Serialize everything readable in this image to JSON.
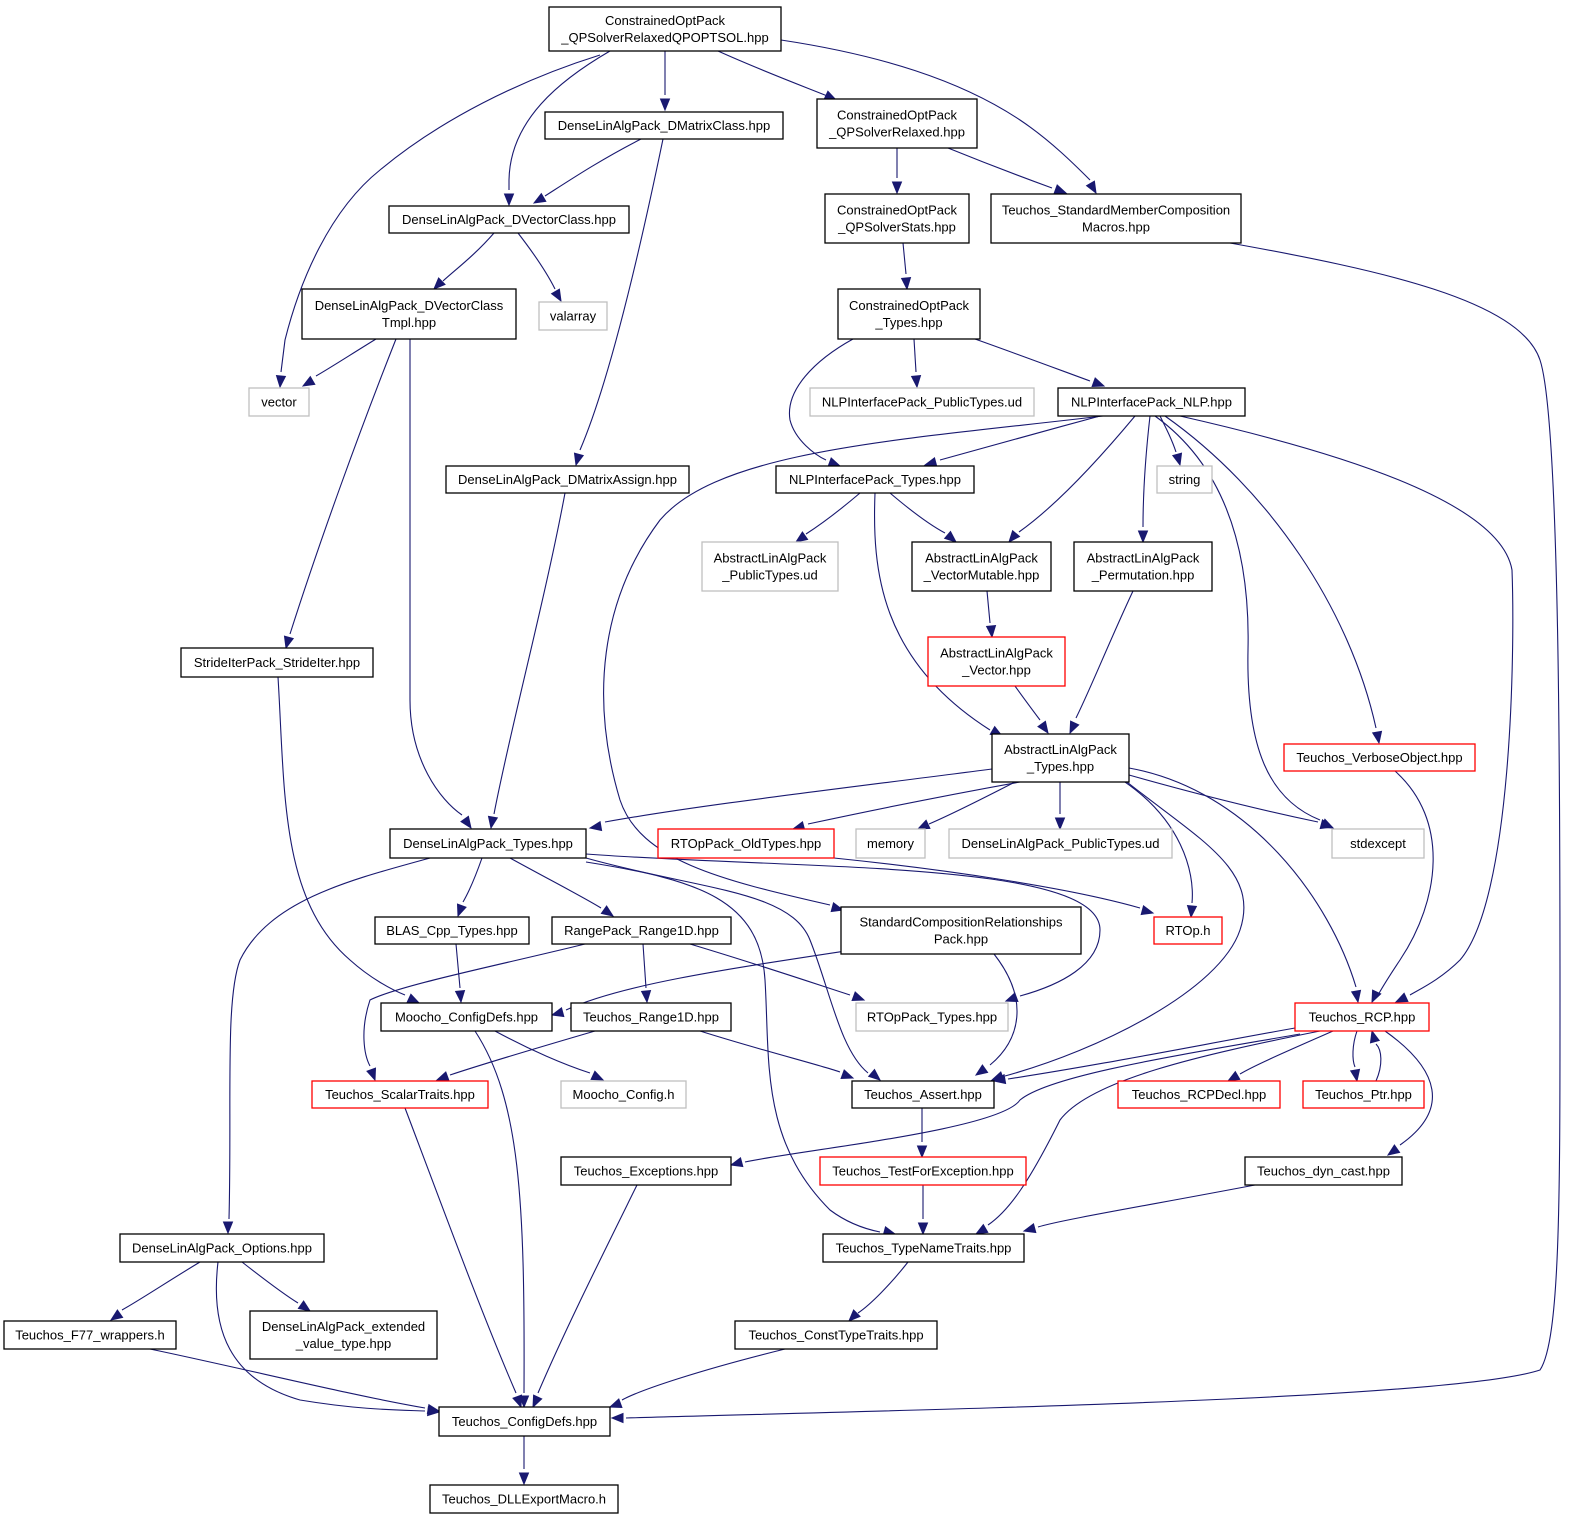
{
  "colors": {
    "edge": "#191970",
    "root_fill": "#bfbfbf",
    "normal_border": "#000000",
    "truncated_border": "#ff0000",
    "external_border": "#bfbfbf",
    "background": "#ffffff"
  },
  "nodes": [
    {
      "id": "n0",
      "lines": [
        "ConstrainedOptPack",
        "_QPSolverRelaxedQPOPTSOL.hpp"
      ],
      "kind": "root"
    },
    {
      "id": "n1",
      "lines": [
        "DenseLinAlgPack_DMatrixClass.hpp"
      ],
      "kind": "normal"
    },
    {
      "id": "n2",
      "lines": [
        "ConstrainedOptPack",
        "_QPSolverRelaxed.hpp"
      ],
      "kind": "normal"
    },
    {
      "id": "n3",
      "lines": [
        "DenseLinAlgPack_DVectorClass.hpp"
      ],
      "kind": "normal"
    },
    {
      "id": "n4",
      "lines": [
        "ConstrainedOptPack",
        "_QPSolverStats.hpp"
      ],
      "kind": "normal"
    },
    {
      "id": "n5",
      "lines": [
        "Teuchos_StandardMemberComposition",
        "Macros.hpp"
      ],
      "kind": "normal"
    },
    {
      "id": "n6",
      "lines": [
        "DenseLinAlgPack_DVectorClass",
        "Tmpl.hpp"
      ],
      "kind": "normal"
    },
    {
      "id": "n7",
      "lines": [
        "valarray"
      ],
      "kind": "external"
    },
    {
      "id": "n8",
      "lines": [
        "ConstrainedOptPack",
        "_Types.hpp"
      ],
      "kind": "normal"
    },
    {
      "id": "n9",
      "lines": [
        "vector"
      ],
      "kind": "external"
    },
    {
      "id": "n10",
      "lines": [
        "NLPInterfacePack_PublicTypes.ud"
      ],
      "kind": "external"
    },
    {
      "id": "n11",
      "lines": [
        "NLPInterfacePack_NLP.hpp"
      ],
      "kind": "normal"
    },
    {
      "id": "n12",
      "lines": [
        "DenseLinAlgPack_DMatrixAssign.hpp"
      ],
      "kind": "normal"
    },
    {
      "id": "n13",
      "lines": [
        "NLPInterfacePack_Types.hpp"
      ],
      "kind": "normal"
    },
    {
      "id": "n14",
      "lines": [
        "string"
      ],
      "kind": "external"
    },
    {
      "id": "n15",
      "lines": [
        "AbstractLinAlgPack",
        "_PublicTypes.ud"
      ],
      "kind": "external"
    },
    {
      "id": "n16",
      "lines": [
        "AbstractLinAlgPack",
        "_VectorMutable.hpp"
      ],
      "kind": "normal"
    },
    {
      "id": "n17",
      "lines": [
        "AbstractLinAlgPack",
        "_Permutation.hpp"
      ],
      "kind": "normal"
    },
    {
      "id": "n18",
      "lines": [
        "StrideIterPack_StrideIter.hpp"
      ],
      "kind": "normal"
    },
    {
      "id": "n19",
      "lines": [
        "AbstractLinAlgPack",
        "_Vector.hpp"
      ],
      "kind": "truncated"
    },
    {
      "id": "n20",
      "lines": [
        "AbstractLinAlgPack",
        "_Types.hpp"
      ],
      "kind": "normal"
    },
    {
      "id": "n21",
      "lines": [
        "Teuchos_VerboseObject.hpp"
      ],
      "kind": "truncated"
    },
    {
      "id": "n22",
      "lines": [
        "DenseLinAlgPack_Types.hpp"
      ],
      "kind": "normal"
    },
    {
      "id": "n23",
      "lines": [
        "RTOpPack_OldTypes.hpp"
      ],
      "kind": "truncated"
    },
    {
      "id": "n24",
      "lines": [
        "memory"
      ],
      "kind": "external"
    },
    {
      "id": "n25",
      "lines": [
        "DenseLinAlgPack_PublicTypes.ud"
      ],
      "kind": "external"
    },
    {
      "id": "n26",
      "lines": [
        "stdexcept"
      ],
      "kind": "external"
    },
    {
      "id": "n27",
      "lines": [
        "BLAS_Cpp_Types.hpp"
      ],
      "kind": "normal"
    },
    {
      "id": "n28",
      "lines": [
        "RangePack_Range1D.hpp"
      ],
      "kind": "normal"
    },
    {
      "id": "n29",
      "lines": [
        "StandardCompositionRelationships",
        "Pack.hpp"
      ],
      "kind": "normal"
    },
    {
      "id": "n30",
      "lines": [
        "RTOp.h"
      ],
      "kind": "truncated"
    },
    {
      "id": "n31",
      "lines": [
        "Moocho_ConfigDefs.hpp"
      ],
      "kind": "normal"
    },
    {
      "id": "n32",
      "lines": [
        "Teuchos_Range1D.hpp"
      ],
      "kind": "normal"
    },
    {
      "id": "n33",
      "lines": [
        "RTOpPack_Types.hpp"
      ],
      "kind": "external"
    },
    {
      "id": "n34",
      "lines": [
        "Teuchos_RCP.hpp"
      ],
      "kind": "truncated"
    },
    {
      "id": "n35",
      "lines": [
        "Teuchos_ScalarTraits.hpp"
      ],
      "kind": "truncated"
    },
    {
      "id": "n36",
      "lines": [
        "Moocho_Config.h"
      ],
      "kind": "external"
    },
    {
      "id": "n37",
      "lines": [
        "Teuchos_Assert.hpp"
      ],
      "kind": "normal"
    },
    {
      "id": "n38",
      "lines": [
        "Teuchos_RCPDecl.hpp"
      ],
      "kind": "truncated"
    },
    {
      "id": "n39",
      "lines": [
        "Teuchos_Ptr.hpp"
      ],
      "kind": "truncated"
    },
    {
      "id": "n40",
      "lines": [
        "Teuchos_Exceptions.hpp"
      ],
      "kind": "normal"
    },
    {
      "id": "n41",
      "lines": [
        "Teuchos_TestForException.hpp"
      ],
      "kind": "truncated"
    },
    {
      "id": "n42",
      "lines": [
        "Teuchos_dyn_cast.hpp"
      ],
      "kind": "normal"
    },
    {
      "id": "n43",
      "lines": [
        "DenseLinAlgPack_Options.hpp"
      ],
      "kind": "normal"
    },
    {
      "id": "n44",
      "lines": [
        "Teuchos_TypeNameTraits.hpp"
      ],
      "kind": "normal"
    },
    {
      "id": "n45",
      "lines": [
        "Teuchos_F77_wrappers.h"
      ],
      "kind": "normal"
    },
    {
      "id": "n46",
      "lines": [
        "DenseLinAlgPack_extended",
        "_value_type.hpp"
      ],
      "kind": "normal"
    },
    {
      "id": "n47",
      "lines": [
        "Teuchos_ConstTypeTraits.hpp"
      ],
      "kind": "normal"
    },
    {
      "id": "n48",
      "lines": [
        "Teuchos_ConfigDefs.hpp"
      ],
      "kind": "normal"
    },
    {
      "id": "n49",
      "lines": [
        "Teuchos_DLLExportMacro.h"
      ],
      "kind": "normal"
    }
  ],
  "edges": [
    {
      "from": "n0",
      "to": "n1"
    },
    {
      "from": "n0",
      "to": "n2"
    },
    {
      "from": "n0",
      "to": "n3"
    },
    {
      "from": "n0",
      "to": "n5"
    },
    {
      "from": "n0",
      "to": "n9"
    },
    {
      "from": "n1",
      "to": "n3"
    },
    {
      "from": "n1",
      "to": "n12"
    },
    {
      "from": "n2",
      "to": "n4"
    },
    {
      "from": "n2",
      "to": "n5"
    },
    {
      "from": "n3",
      "to": "n6"
    },
    {
      "from": "n3",
      "to": "n7"
    },
    {
      "from": "n4",
      "to": "n8"
    },
    {
      "from": "n5",
      "to": "n48"
    },
    {
      "from": "n6",
      "to": "n9"
    },
    {
      "from": "n6",
      "to": "n18"
    },
    {
      "from": "n6",
      "to": "n22"
    },
    {
      "from": "n8",
      "to": "n10"
    },
    {
      "from": "n8",
      "to": "n11"
    },
    {
      "from": "n8",
      "to": "n13"
    },
    {
      "from": "n11",
      "to": "n13"
    },
    {
      "from": "n11",
      "to": "n14"
    },
    {
      "from": "n11",
      "to": "n16"
    },
    {
      "from": "n11",
      "to": "n17"
    },
    {
      "from": "n11",
      "to": "n21"
    },
    {
      "from": "n11",
      "to": "n26"
    },
    {
      "from": "n11",
      "to": "n29"
    },
    {
      "from": "n11",
      "to": "n34"
    },
    {
      "from": "n12",
      "to": "n22"
    },
    {
      "from": "n13",
      "to": "n15"
    },
    {
      "from": "n13",
      "to": "n16"
    },
    {
      "from": "n13",
      "to": "n20"
    },
    {
      "from": "n16",
      "to": "n19"
    },
    {
      "from": "n17",
      "to": "n20"
    },
    {
      "from": "n18",
      "to": "n31"
    },
    {
      "from": "n19",
      "to": "n20"
    },
    {
      "from": "n20",
      "to": "n22"
    },
    {
      "from": "n20",
      "to": "n23"
    },
    {
      "from": "n20",
      "to": "n24"
    },
    {
      "from": "n20",
      "to": "n25"
    },
    {
      "from": "n20",
      "to": "n26"
    },
    {
      "from": "n20",
      "to": "n30"
    },
    {
      "from": "n20",
      "to": "n34"
    },
    {
      "from": "n20",
      "to": "n37"
    },
    {
      "from": "n21",
      "to": "n34"
    },
    {
      "from": "n22",
      "to": "n27"
    },
    {
      "from": "n22",
      "to": "n28"
    },
    {
      "from": "n22",
      "to": "n43"
    },
    {
      "from": "n22",
      "to": "n37"
    },
    {
      "from": "n22",
      "to": "n44"
    },
    {
      "from": "n22",
      "to": "n33"
    },
    {
      "from": "n23",
      "to": "n30"
    },
    {
      "from": "n27",
      "to": "n31"
    },
    {
      "from": "n28",
      "to": "n32"
    },
    {
      "from": "n28",
      "to": "n33"
    },
    {
      "from": "n28",
      "to": "n35"
    },
    {
      "from": "n29",
      "to": "n31"
    },
    {
      "from": "n29",
      "to": "n37"
    },
    {
      "from": "n31",
      "to": "n36"
    },
    {
      "from": "n31",
      "to": "n48"
    },
    {
      "from": "n32",
      "to": "n35"
    },
    {
      "from": "n32",
      "to": "n37"
    },
    {
      "from": "n34",
      "to": "n37"
    },
    {
      "from": "n34",
      "to": "n38"
    },
    {
      "from": "n34",
      "to": "n39"
    },
    {
      "from": "n34",
      "to": "n40"
    },
    {
      "from": "n34",
      "to": "n42"
    },
    {
      "from": "n34",
      "to": "n44"
    },
    {
      "from": "n35",
      "to": "n48"
    },
    {
      "from": "n37",
      "to": "n41"
    },
    {
      "from": "n39",
      "to": "n34"
    },
    {
      "from": "n40",
      "to": "n48"
    },
    {
      "from": "n41",
      "to": "n44"
    },
    {
      "from": "n42",
      "to": "n44"
    },
    {
      "from": "n43",
      "to": "n45"
    },
    {
      "from": "n43",
      "to": "n46"
    },
    {
      "from": "n43",
      "to": "n48"
    },
    {
      "from": "n44",
      "to": "n47"
    },
    {
      "from": "n45",
      "to": "n48"
    },
    {
      "from": "n47",
      "to": "n48"
    },
    {
      "from": "n48",
      "to": "n49"
    }
  ]
}
